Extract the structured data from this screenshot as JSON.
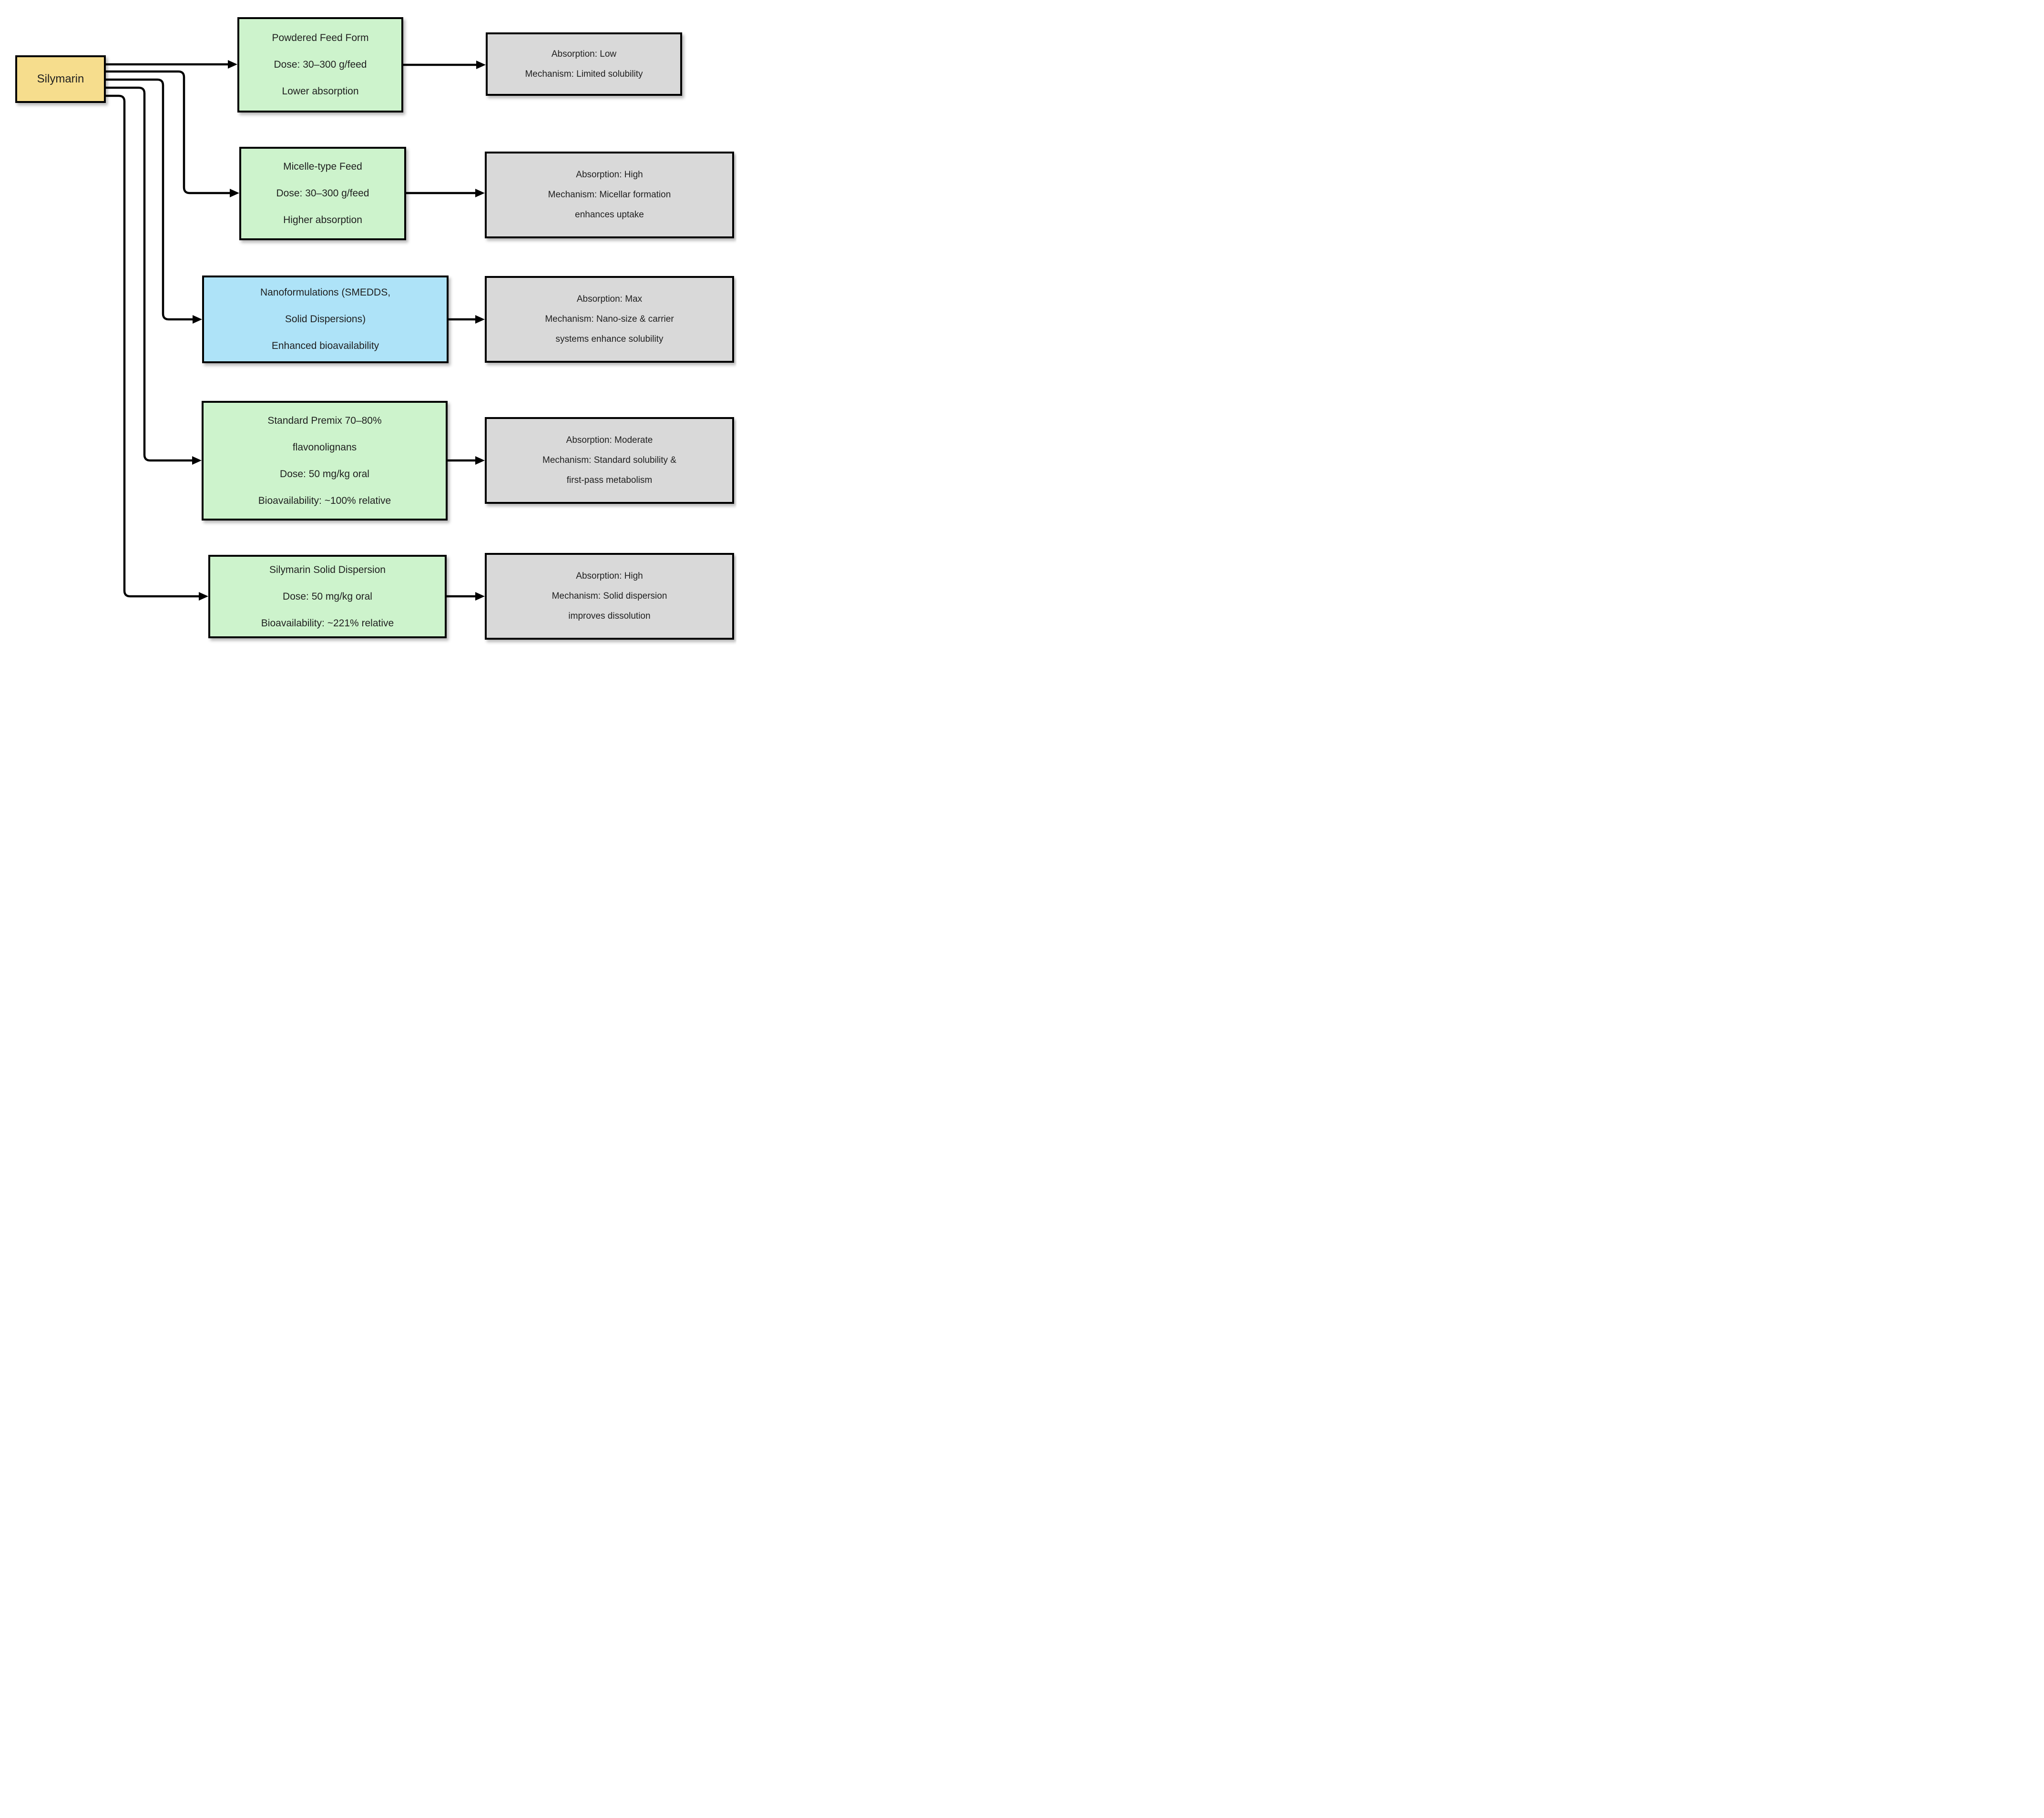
{
  "root": {
    "label": "Silymarin"
  },
  "rows": [
    {
      "formulation": {
        "lines": [
          "Powdered Feed Form",
          "Dose: 30–300 g/feed",
          "Lower absorption"
        ],
        "highlight": "green"
      },
      "outcome": {
        "lines": [
          "Absorption: Low",
          "Mechanism: Limited solubility"
        ]
      }
    },
    {
      "formulation": {
        "lines": [
          "Micelle-type Feed",
          "Dose: 30–300 g/feed",
          "Higher absorption"
        ],
        "highlight": "green"
      },
      "outcome": {
        "lines": [
          "Absorption: High",
          "Mechanism: Micellar formation",
          "enhances uptake"
        ]
      }
    },
    {
      "formulation": {
        "lines": [
          "Nanoformulations (SMEDDS,",
          "Solid Dispersions)",
          "Enhanced bioavailability"
        ],
        "highlight": "blue"
      },
      "outcome": {
        "lines": [
          "Absorption: Max",
          "Mechanism: Nano-size & carrier",
          "systems enhance solubility"
        ]
      }
    },
    {
      "formulation": {
        "lines": [
          "Standard Premix 70–80%",
          "flavonolignans",
          "Dose: 50 mg/kg oral",
          "Bioavailability: ~100% relative"
        ],
        "highlight": "green"
      },
      "outcome": {
        "lines": [
          "Absorption: Moderate",
          "Mechanism: Standard solubility &",
          "first-pass metabolism"
        ]
      }
    },
    {
      "formulation": {
        "lines": [
          "Silymarin Solid Dispersion",
          "Dose: 50 mg/kg oral",
          "Bioavailability: ~221% relative"
        ],
        "highlight": "green"
      },
      "outcome": {
        "lines": [
          "Absorption: High",
          "Mechanism: Solid dispersion",
          "improves dissolution"
        ]
      }
    }
  ],
  "colors": {
    "root_fill": "#F6DD8D",
    "green_fill": "#CDF3CC",
    "blue_fill": "#AEE3F8",
    "outcome_fill": "#D9D9D9",
    "line_color": "#000000",
    "background": "#FFFFFF"
  }
}
